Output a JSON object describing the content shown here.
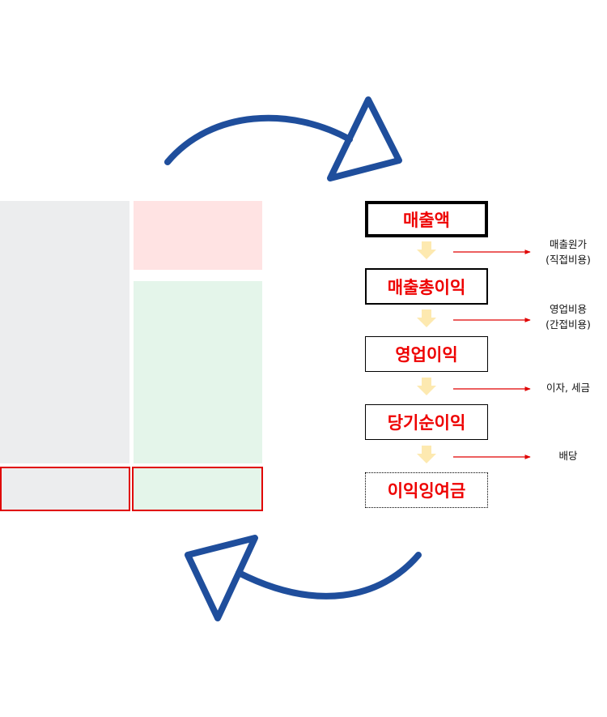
{
  "flow": {
    "steps": [
      "매출액",
      "매출총이익",
      "영업이익",
      "당기순이익",
      "이익잉여금"
    ],
    "deductions": [
      {
        "line1": "매출원가",
        "line2": "(직접비용)"
      },
      {
        "line1": "영업비용",
        "line2": "(간접비용)"
      },
      {
        "line1": "이자, 세금",
        "line2": ""
      },
      {
        "line1": "배당",
        "line2": ""
      }
    ]
  },
  "colors": {
    "cycle_arrow": "#1f4e9c",
    "step_text": "#ee0000",
    "down_arrow": "#fde9b0",
    "deduction_arrow": "#e00000",
    "statement_left": "#ecedee",
    "statement_top_right": "#ffe3e3",
    "statement_bottom_right": "#e4f5ea",
    "highlight_outline": "#e00000"
  }
}
